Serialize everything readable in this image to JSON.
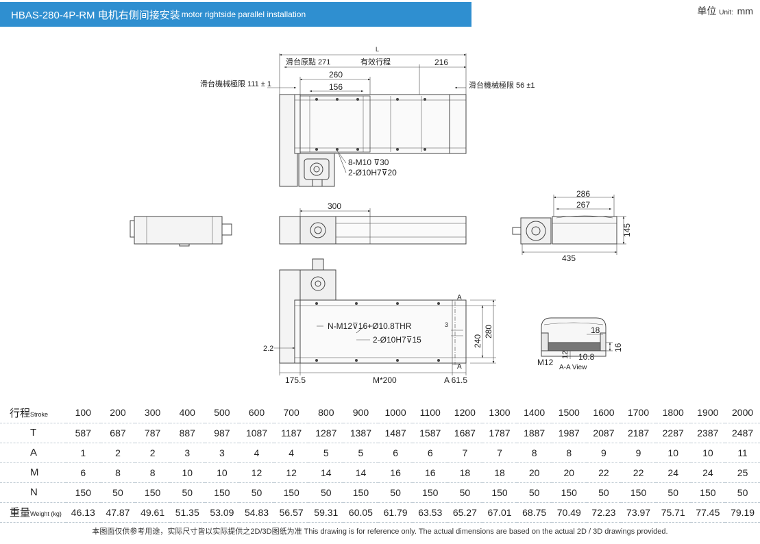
{
  "header": {
    "title": "HBAS-280-4P-RM 电机右侧间接安装",
    "subtitle": "motor rightside parallel installation",
    "unit_cn": "单位",
    "unit_en": "Unit:",
    "unit_value": "mm"
  },
  "drawing": {
    "top_view": {
      "dim_L": "L",
      "origin": "滑台原點 271",
      "effective_stroke": "有效行程",
      "dim_216": "216",
      "dim_260": "260",
      "dim_156": "156",
      "limit_left": "滑台機械極限 111 ± 1",
      "limit_right": "滑台機械極限 56 ±1",
      "hole_1": "8-M10 ⊽30",
      "hole_2": "2-Ø10H7⊽20"
    },
    "mid_view": {
      "dim_300": "300",
      "dim_286": "286",
      "dim_267": "267",
      "dim_145": "145",
      "dim_435": "435"
    },
    "bottom_view": {
      "label_A_top": "A",
      "label_A_bottom": "A",
      "hole_thread": "N-M12⊽16+Ø10.8THR",
      "hole_pin": "2-Ø10H7⊽15",
      "dim_3": "3",
      "dim_240": "240",
      "dim_280": "280",
      "dim_2_2": "2.2",
      "dim_175_5": "175.5",
      "dim_m200": "M*200",
      "dim_a615": "A 61.5"
    },
    "section_view": {
      "dim_18": "18",
      "dim_16": "16",
      "dim_12": "12",
      "dim_10_8": "10.8",
      "label_m12": "M12",
      "caption": "A-A View"
    }
  },
  "spec_table": {
    "rows": [
      {
        "label": "行程",
        "label_en": "Stroke",
        "values": [
          "100",
          "200",
          "300",
          "400",
          "500",
          "600",
          "700",
          "800",
          "900",
          "1000",
          "1100",
          "1200",
          "1300",
          "1400",
          "1500",
          "1600",
          "1700",
          "1800",
          "1900",
          "2000"
        ]
      },
      {
        "label": "T",
        "label_en": "",
        "values": [
          "587",
          "687",
          "787",
          "887",
          "987",
          "1087",
          "1187",
          "1287",
          "1387",
          "1487",
          "1587",
          "1687",
          "1787",
          "1887",
          "1987",
          "2087",
          "2187",
          "2287",
          "2387",
          "2487"
        ]
      },
      {
        "label": "A",
        "label_en": "",
        "values": [
          "1",
          "2",
          "2",
          "3",
          "3",
          "4",
          "4",
          "5",
          "5",
          "6",
          "6",
          "7",
          "7",
          "8",
          "8",
          "9",
          "9",
          "10",
          "10",
          "11"
        ]
      },
      {
        "label": "M",
        "label_en": "",
        "values": [
          "6",
          "8",
          "8",
          "10",
          "10",
          "12",
          "12",
          "14",
          "14",
          "16",
          "16",
          "18",
          "18",
          "20",
          "20",
          "22",
          "22",
          "24",
          "24",
          "25"
        ]
      },
      {
        "label": "N",
        "label_en": "",
        "values": [
          "150",
          "50",
          "150",
          "50",
          "150",
          "50",
          "150",
          "50",
          "150",
          "50",
          "150",
          "50",
          "150",
          "50",
          "150",
          "50",
          "150",
          "50",
          "150",
          "50"
        ]
      },
      {
        "label": "重量",
        "label_en": "Weight (kg)",
        "values": [
          "46.13",
          "47.87",
          "49.61",
          "51.35",
          "53.09",
          "54.83",
          "56.57",
          "59.31",
          "60.05",
          "61.79",
          "63.53",
          "65.27",
          "67.01",
          "68.75",
          "70.49",
          "72.23",
          "73.97",
          "75.71",
          "77.45",
          "79.19"
        ]
      }
    ]
  },
  "footer": {
    "note": "本图面仅供参考用途，实际尺寸皆以实际提供之2D/3D图纸为准 This drawing is for reference only. The actual dimensions are based on the actual 2D / 3D drawings provided."
  }
}
